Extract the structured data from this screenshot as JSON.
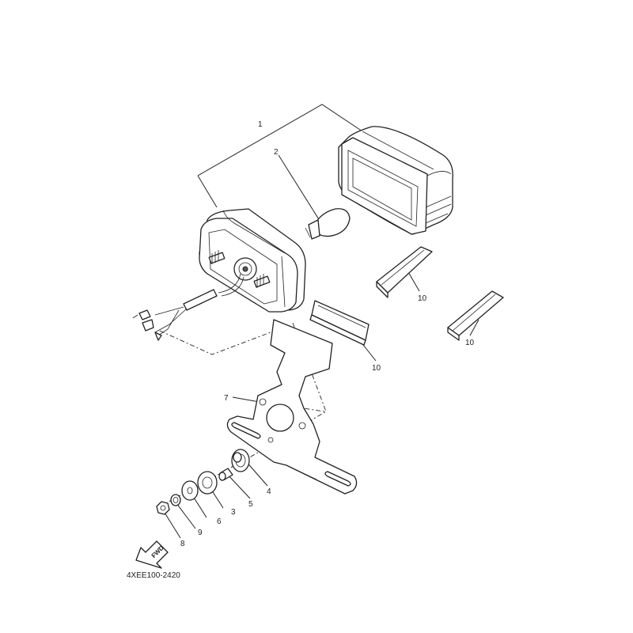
{
  "diagram": {
    "callouts": [
      "1",
      "2",
      "3",
      "4",
      "5",
      "6",
      "7",
      "8",
      "9",
      "10",
      "10",
      "10"
    ],
    "direction_label": "FWD",
    "drawing_code": "4XEE100-2420"
  }
}
